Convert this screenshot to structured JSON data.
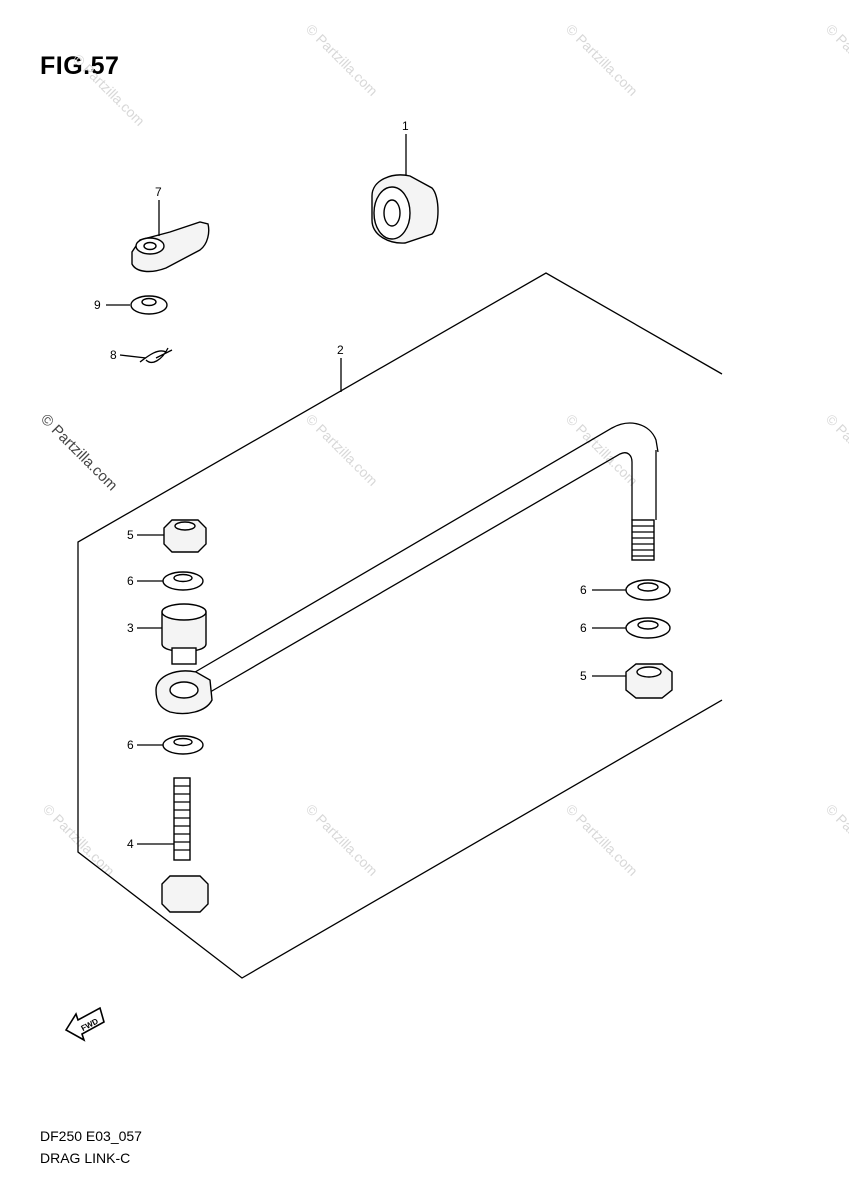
{
  "figure": {
    "title": "FIG.57",
    "code": "DF250 E03_057",
    "name": "DRAG LINK-C"
  },
  "callouts": [
    {
      "id": "callout-1",
      "label": "1"
    },
    {
      "id": "callout-7",
      "label": "7"
    },
    {
      "id": "callout-9",
      "label": "9"
    },
    {
      "id": "callout-8",
      "label": "8"
    },
    {
      "id": "callout-2",
      "label": "2"
    },
    {
      "id": "callout-5-left",
      "label": "5"
    },
    {
      "id": "callout-6-left-top",
      "label": "6"
    },
    {
      "id": "callout-3",
      "label": "3"
    },
    {
      "id": "callout-6-left-bottom",
      "label": "6"
    },
    {
      "id": "callout-4",
      "label": "4"
    },
    {
      "id": "callout-6-right-top",
      "label": "6"
    },
    {
      "id": "callout-6-right-bottom",
      "label": "6"
    },
    {
      "id": "callout-5-right",
      "label": "5"
    }
  ],
  "watermark": {
    "text": "© Partzilla.com",
    "color": "#d8d8d8"
  },
  "fwd_label": "FWD"
}
